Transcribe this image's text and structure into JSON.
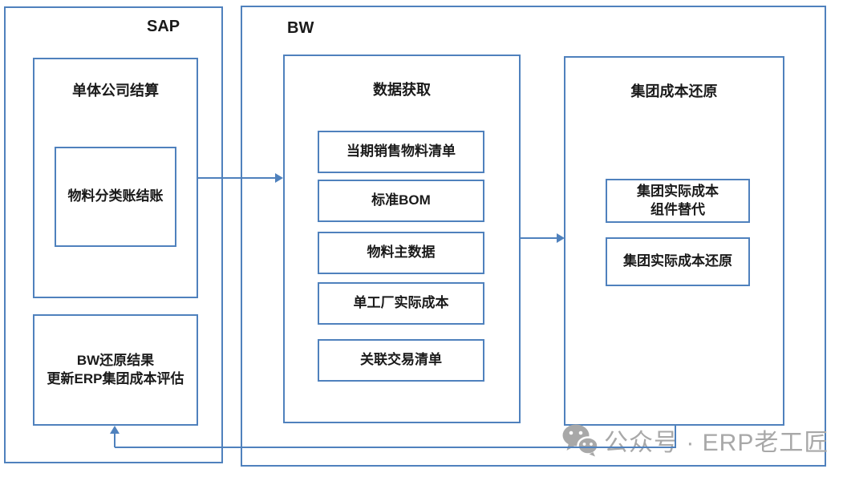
{
  "diagram": {
    "colors": {
      "accent_blue": "#4f81bd",
      "text_black": "#1a1a1a",
      "watermark_gray": "#a8a8a8"
    },
    "sap": {
      "label": "SAP",
      "settlement_box": {
        "title": "单体公司结算",
        "ml_closing_label": "物料分类账结账"
      },
      "bw_result_box": {
        "line1": "BW还原结果",
        "line2": "更新ERP集团成本评估"
      }
    },
    "bw": {
      "label": "BW",
      "data_acquisition": {
        "title": "数据获取",
        "items": [
          "当期销售物料清单",
          "标准BOM",
          "物料主数据",
          "单工厂实际成本",
          "关联交易清单"
        ]
      },
      "group_cost": {
        "title": "集团成本还原",
        "item1_line1": "集团实际成本",
        "item1_line2": "组件替代",
        "item2": "集团实际成本还原"
      }
    },
    "watermark": {
      "icon": "wechat-icon",
      "text": "公众号 · ERP老工匠"
    }
  }
}
